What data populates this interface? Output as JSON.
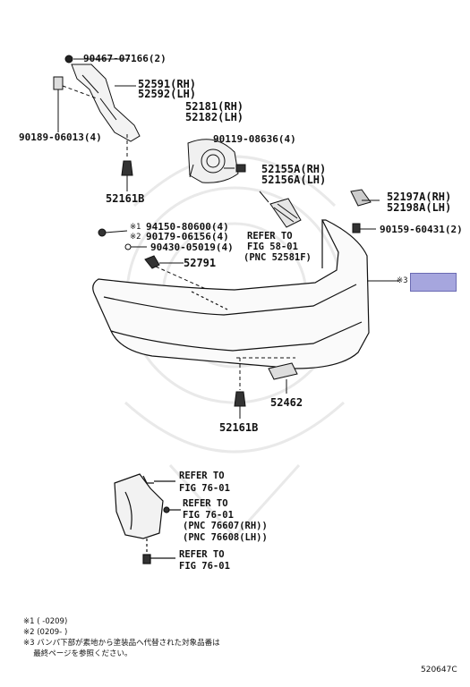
{
  "parts": {
    "p1": "90467-07166(2)",
    "p2a": "52591(RH)",
    "p2b": "52592(LH)",
    "p3": "90189-06013(4)",
    "p4a": "52181(RH)",
    "p4b": "52182(LH)",
    "p5": "90119-08636(4)",
    "p6a": "52155A(RH)",
    "p6b": "52156A(LH)",
    "p7a": "52197A(RH)",
    "p7b": "52198A(LH)",
    "p8": "90159-60431(2)",
    "p9": "52161B",
    "p9_marker1": "※1",
    "p9_marker2": "※2",
    "p10a": "94150-80600(4)",
    "p10b": "90179-06156(4)",
    "p11": "90430-05019(4)",
    "p12": "52791",
    "p13": "52462",
    "p14": "52161B",
    "marker3": "※3"
  },
  "refs": {
    "r1_line1": "REFER TO",
    "r1_line2": "FIG 58-01",
    "r1_line3": "(PNC 52581F)",
    "r2_line1": "REFER TO",
    "r2_line2": "FIG 76-01",
    "r3_line1": "REFER TO",
    "r3_line2": "FIG 76-01",
    "r3_line3": "(PNC 76607(RH))",
    "r3_line4": "(PNC 76608(LH))",
    "r4_line1": "REFER TO",
    "r4_line2": "FIG 76-01"
  },
  "notes": {
    "n1": "※1 (      -0209)",
    "n2": "※2 (0209-      )",
    "n3a": "※3 バンパ下部が素地から塗装品へ代替された対象品番は",
    "n3b": "　 最終ページを参照ください。"
  },
  "figure_code": "520647C",
  "colors": {
    "callout_fill": "#a6a6de",
    "ink": "#111111",
    "watermark": "#e6e6e6"
  }
}
